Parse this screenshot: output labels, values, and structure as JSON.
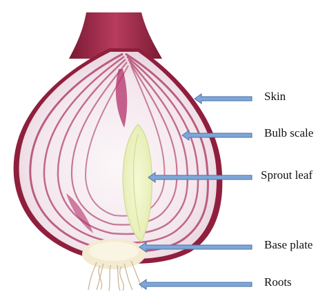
{
  "figure": {
    "subject": "onion-cross-section",
    "labels": [
      {
        "id": "skin",
        "text": "Skin"
      },
      {
        "id": "bulb-scale",
        "text": "Bulb scale"
      },
      {
        "id": "sprout-leaf",
        "text": "Sprout leaf"
      },
      {
        "id": "base-plate",
        "text": "Base plate"
      },
      {
        "id": "roots",
        "text": "Roots"
      }
    ],
    "colors": {
      "arrow_fill": "#7ea6d8",
      "arrow_stroke": "#4a73a8",
      "onion_skin": "#8f1f3d",
      "ring_color": "#b2456d",
      "flesh": "#f5eef2",
      "sprout": "#eef3c8",
      "base_plate": "#f3ead0",
      "roots": "#c9b79a"
    }
  }
}
